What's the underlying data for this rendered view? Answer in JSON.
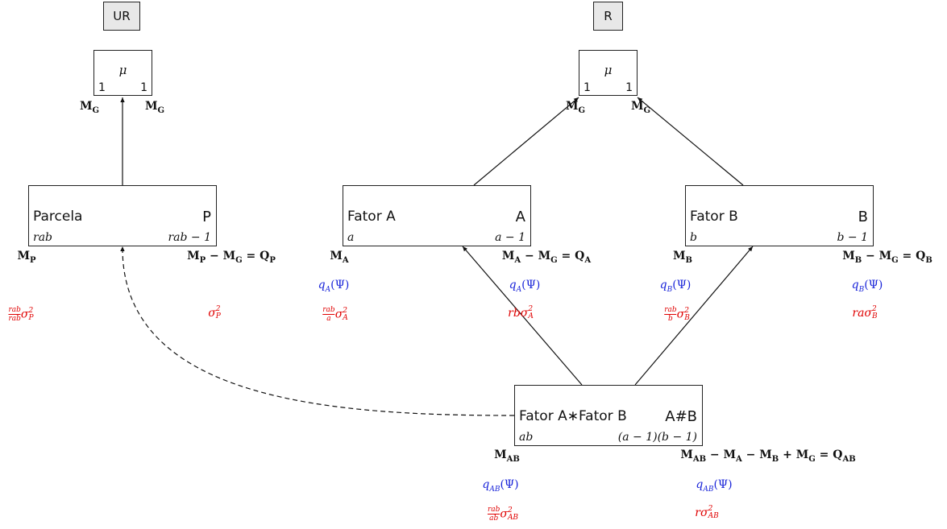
{
  "colors": {
    "expected_value": "#1a25d9",
    "variance_component": "#e00000",
    "line": "#111111",
    "header_fill": "#e8e8e8"
  },
  "headers": {
    "unrestricted": "UR",
    "restricted": "R"
  },
  "mu_boxes": {
    "unrestricted": {
      "symbol": "μ",
      "levels": "1",
      "df": "1",
      "sum_label": "M",
      "sum_sub": "G",
      "ss_label": "M",
      "ss_sub": "G"
    },
    "restricted": {
      "symbol": "μ",
      "levels": "1",
      "df": "1",
      "sum_label": "M",
      "sum_sub": "G",
      "ss_label": "M",
      "ss_sub": "G"
    }
  },
  "factors": {
    "parcela": {
      "name": "Parcela",
      "abbrev": "P",
      "levels": "rab",
      "df": "rab − 1",
      "sum": {
        "base": "M",
        "sub": "P"
      },
      "ss": "M_P − M_G = Q_P",
      "ss_parts": {
        "m1": "M",
        "s1": "P",
        "minus": " − ",
        "m2": "M",
        "s2": "G",
        "eq": " = ",
        "q": "Q",
        "qs": "P"
      },
      "var_left": {
        "num": "rab",
        "den": "rab",
        "sym": "σ",
        "sup": "2",
        "sub": "P"
      },
      "var_right": {
        "coef": "",
        "sym": "σ",
        "sup": "2",
        "sub": "P"
      }
    },
    "fator_a": {
      "name": "Fator A",
      "abbrev": "A",
      "levels": "a",
      "df": "a − 1",
      "sum": {
        "base": "M",
        "sub": "A"
      },
      "ss_parts": {
        "m1": "M",
        "s1": "A",
        "minus": " − ",
        "m2": "M",
        "s2": "G",
        "eq": " = ",
        "q": "Q",
        "qs": "A"
      },
      "exp_left": {
        "q": "q",
        "sub": "A",
        "arg": "(Ψ)"
      },
      "exp_right": {
        "q": "q",
        "sub": "A",
        "arg": "(Ψ)"
      },
      "var_left": {
        "num": "rab",
        "den": "a",
        "sym": "σ",
        "sup": "2",
        "sub": "A"
      },
      "var_right": {
        "coef": "rb",
        "sym": "σ",
        "sup": "2",
        "sub": "A"
      }
    },
    "fator_b": {
      "name": "Fator B",
      "abbrev": "B",
      "levels": "b",
      "df": "b − 1",
      "sum": {
        "base": "M",
        "sub": "B"
      },
      "ss_parts": {
        "m1": "M",
        "s1": "B",
        "minus": " − ",
        "m2": "M",
        "s2": "G",
        "eq": " = ",
        "q": "Q",
        "qs": "B"
      },
      "exp_left": {
        "q": "q",
        "sub": "B",
        "arg": "(Ψ)"
      },
      "exp_right": {
        "q": "q",
        "sub": "B",
        "arg": "(Ψ)"
      },
      "var_left": {
        "num": "rab",
        "den": "b",
        "sym": "σ",
        "sup": "2",
        "sub": "B"
      },
      "var_right": {
        "coef": "ra",
        "sym": "σ",
        "sup": "2",
        "sub": "B"
      }
    },
    "interaction": {
      "name": "Fator A∗Fator B",
      "abbrev": "A#B",
      "levels": "ab",
      "df": "(a − 1)(b − 1)",
      "sum": {
        "base": "M",
        "sub": "AB"
      },
      "ss_text": "M_AB − M_A − M_B + M_G = Q_AB",
      "ss_parts": {
        "m1": "M",
        "s1": "AB",
        "op1": " − ",
        "m2": "M",
        "s2": "A",
        "op2": " − ",
        "m3": "M",
        "s3": "B",
        "op3": " + ",
        "m4": "M",
        "s4": "G",
        "eq": " = ",
        "q": "Q",
        "qs": "AB"
      },
      "exp_left": {
        "q": "q",
        "sub": "AB",
        "arg": "(Ψ)"
      },
      "exp_right": {
        "q": "q",
        "sub": "AB",
        "arg": "(Ψ)"
      },
      "var_left": {
        "num": "rab",
        "den": "ab",
        "sym": "σ",
        "sup": "2",
        "sub": "AB"
      },
      "var_right": {
        "coef": "r",
        "sym": "σ",
        "sup": "2",
        "sub": "AB"
      }
    }
  }
}
